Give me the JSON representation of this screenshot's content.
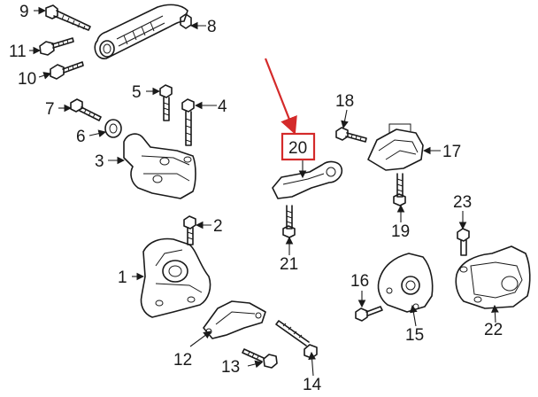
{
  "diagram": {
    "callouts": [
      {
        "id": "c1",
        "label": "1"
      },
      {
        "id": "c2",
        "label": "2"
      },
      {
        "id": "c3",
        "label": "3"
      },
      {
        "id": "c4",
        "label": "4"
      },
      {
        "id": "c5",
        "label": "5"
      },
      {
        "id": "c6",
        "label": "6"
      },
      {
        "id": "c7",
        "label": "7"
      },
      {
        "id": "c8",
        "label": "8"
      },
      {
        "id": "c9",
        "label": "9"
      },
      {
        "id": "c10",
        "label": "10"
      },
      {
        "id": "c11",
        "label": "11"
      },
      {
        "id": "c12",
        "label": "12"
      },
      {
        "id": "c13",
        "label": "13"
      },
      {
        "id": "c14",
        "label": "14"
      },
      {
        "id": "c15",
        "label": "15"
      },
      {
        "id": "c16",
        "label": "16"
      },
      {
        "id": "c17",
        "label": "17"
      },
      {
        "id": "c18",
        "label": "18"
      },
      {
        "id": "c19",
        "label": "19"
      },
      {
        "id": "c20",
        "label": "20"
      },
      {
        "id": "c21",
        "label": "21"
      },
      {
        "id": "c22",
        "label": "22"
      },
      {
        "id": "c23",
        "label": "23"
      }
    ],
    "highlight": {
      "label": "20",
      "color": "#d42a2a"
    }
  }
}
